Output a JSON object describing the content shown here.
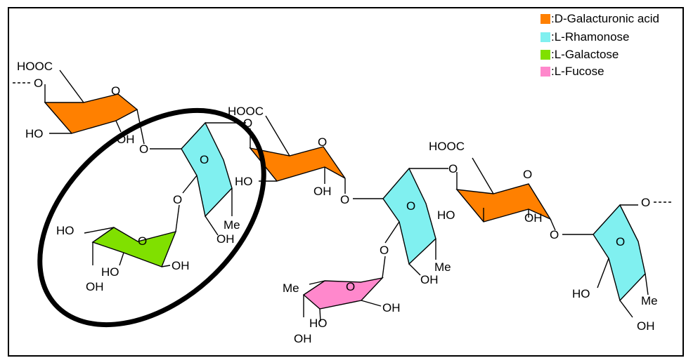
{
  "legend": [
    {
      "label": ":D-Galacturonic acid",
      "color": "#ff8000"
    },
    {
      "label": ":L-Rhamonose",
      "color": "#80f0f0"
    },
    {
      "label": ":L-Galactose",
      "color": "#80e000"
    },
    {
      "label": ":L-Fucose",
      "color": "#ff88cc"
    }
  ],
  "colors": {
    "galacturonic": "#ff8000",
    "rhamnose": "#80f0f0",
    "galactose": "#80e000",
    "fucose": "#ff88cc",
    "highlight": "#000000"
  },
  "labels": {
    "hooc": "HOOC",
    "o": "O",
    "oh": "OH",
    "ho": "HO",
    "me": "Me"
  }
}
